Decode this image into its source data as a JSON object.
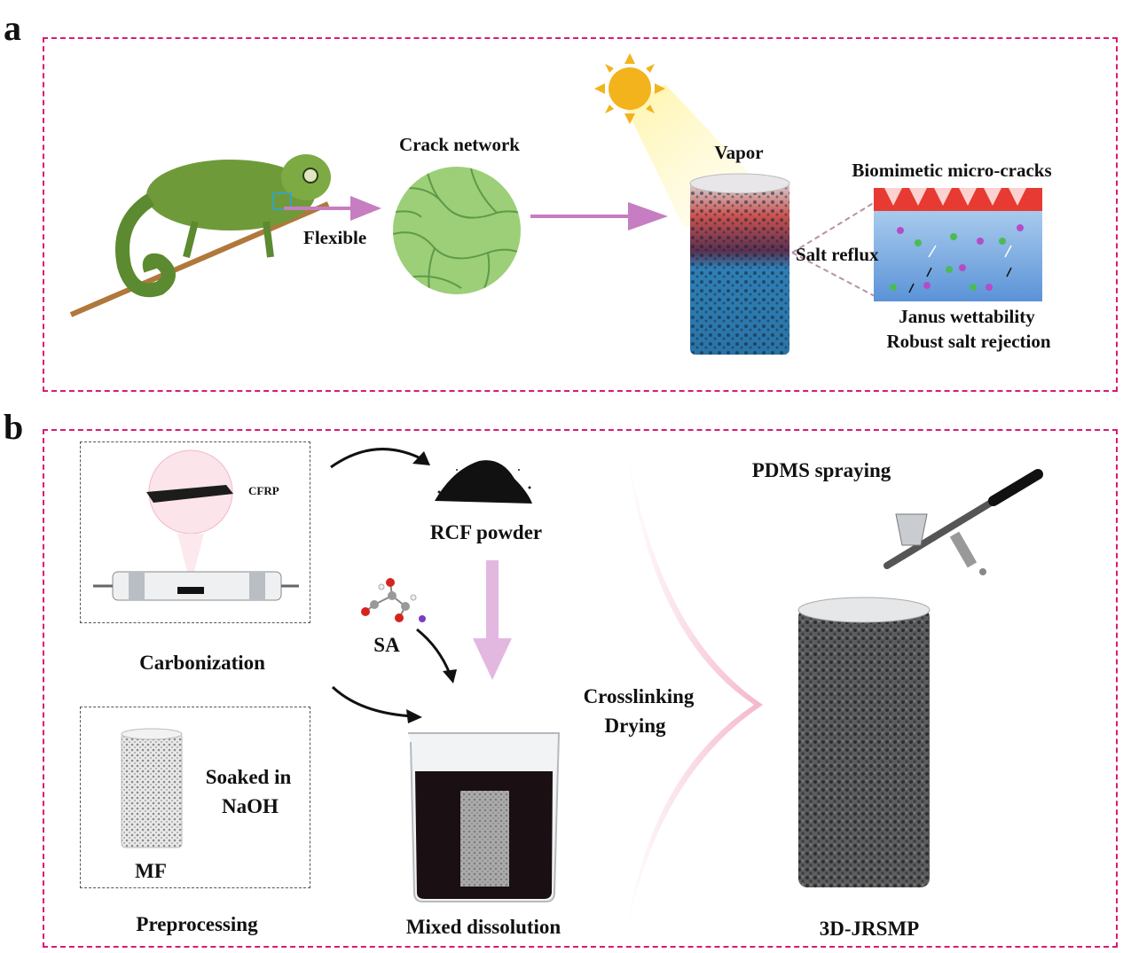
{
  "panel_a": {
    "letter": "a",
    "labels": {
      "flexible": "Flexible",
      "crack_network": "Crack network",
      "vapor": "Vapor",
      "biomimetic": "Biomimetic micro-cracks",
      "salt_reflux": "Salt reflux",
      "janus": "Janus wettability",
      "robust": "Robust salt rejection"
    }
  },
  "panel_b": {
    "letter": "b",
    "labels": {
      "cfrp": "CFRP",
      "carbonization": "Carbonization",
      "rcf_powder": "RCF powder",
      "sa": "SA",
      "soaked_line1": "Soaked in",
      "soaked_line2": "NaOH",
      "mf": "MF",
      "preprocessing": "Preprocessing",
      "mixed_dissolution": "Mixed dissolution",
      "crosslinking": "Crosslinking",
      "drying": "Drying",
      "pdms_spraying": "PDMS  spraying",
      "product": "3D-JRSMP"
    }
  },
  "colors": {
    "panel_border": "#d81b73",
    "arrow_pink": "#c77dc2",
    "sun": "#f2b31c",
    "chameleon": "#6f9a3a",
    "leaf": "#9ccf78"
  }
}
